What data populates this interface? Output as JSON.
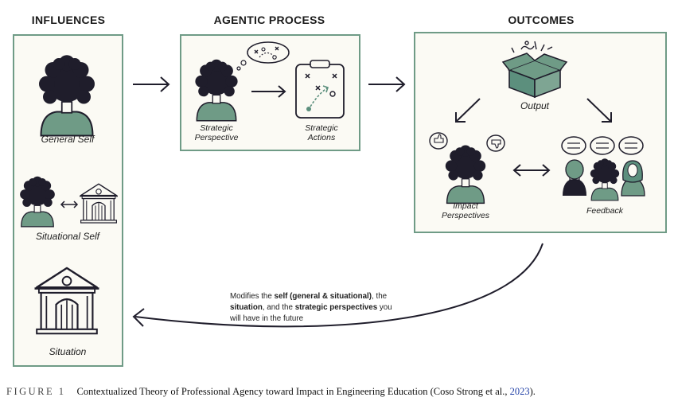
{
  "headings": {
    "influences": "INFLUENCES",
    "agentic_process": "AGENTIC PROCESS",
    "outcomes": "OUTCOMES"
  },
  "influences": {
    "general_self": "General Self",
    "situational_self": "Situational Self",
    "situation": "Situation"
  },
  "agentic_process": {
    "strategic_perspective": [
      "Strategic",
      "Perspective"
    ],
    "strategic_actions": [
      "Strategic",
      "Actions"
    ]
  },
  "outcomes": {
    "output": "Output",
    "impact_perspectives": [
      "Impact",
      "Perspectives"
    ],
    "feedback": "Feedback"
  },
  "feedback_note": {
    "line1_a": "Modifies the ",
    "line1_b": "self (general & situational)",
    "line1_c": ", the",
    "line2_a": "situation",
    "line2_b": ", and the ",
    "line2_c": "strategic perspectives",
    "line2_d": " you",
    "line3": "will have in the future"
  },
  "caption": {
    "figure_label": "FIGURE 1",
    "text": "Contextualized Theory of Professional Agency toward Impact in Engineering Education (Coso Strong et al., ",
    "year": "2023",
    "end": ")."
  },
  "colors": {
    "panel_border": "#6f9b86",
    "panel_fill": "#fbfaf4",
    "hair": "#1f1d2b",
    "shirt": "#6f9b86",
    "teal": "#5c8f7d",
    "accent_year": "#1f3ea6"
  }
}
